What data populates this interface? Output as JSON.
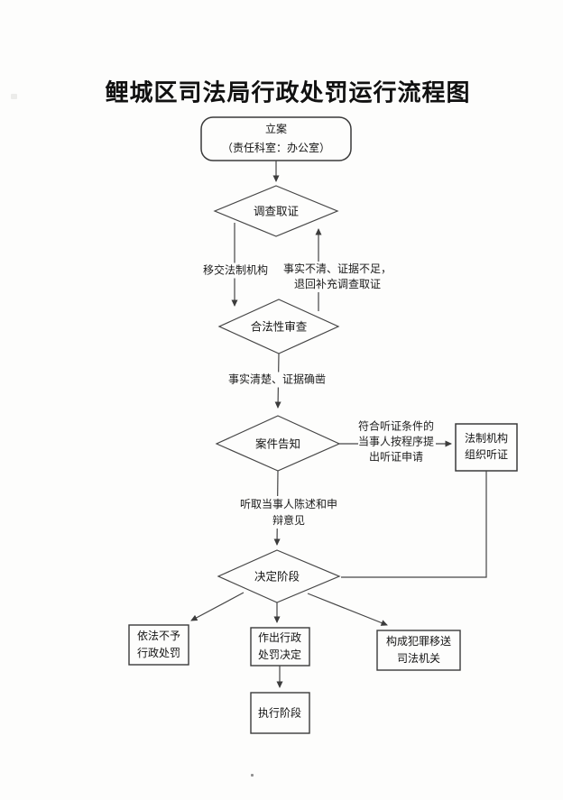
{
  "page": {
    "title": "鲤城区司法局行政处罚运行流程图",
    "background": "#fdfdfc",
    "line_color": "#454545",
    "text_color": "#1c1c1c"
  },
  "flow": {
    "start": {
      "line1": "立案",
      "line2": "（责任科室：办公室）"
    },
    "investigate": {
      "label": "调查取证"
    },
    "legality": {
      "label": "合法性审查"
    },
    "notify": {
      "label": "案件告知"
    },
    "decision": {
      "label": "决定阶段"
    },
    "edges": {
      "transfer": "移交法制机构",
      "insufficient1": "事实不清、证据不足，",
      "insufficient2": "退回补充调查取证",
      "clear": "事实清楚、证据确凿",
      "hearing1": "符合听证条件的",
      "hearing2": "当事人按程序提",
      "hearing3": "出听证申请",
      "statement1": "听取当事人陈述和申",
      "statement2": "辩意见"
    },
    "hearing_box": {
      "line1": "法制机构",
      "line2": "组织听证"
    },
    "no_punish_box": {
      "line1": "依法不予",
      "line2": "行政处罚"
    },
    "decision_box": {
      "line1": "作出行政",
      "line2": "处罚决定"
    },
    "judicial_box": {
      "line1": "构成犯罪移送",
      "line2": "司法机关"
    },
    "execution_box": {
      "label": "执行阶段"
    }
  }
}
